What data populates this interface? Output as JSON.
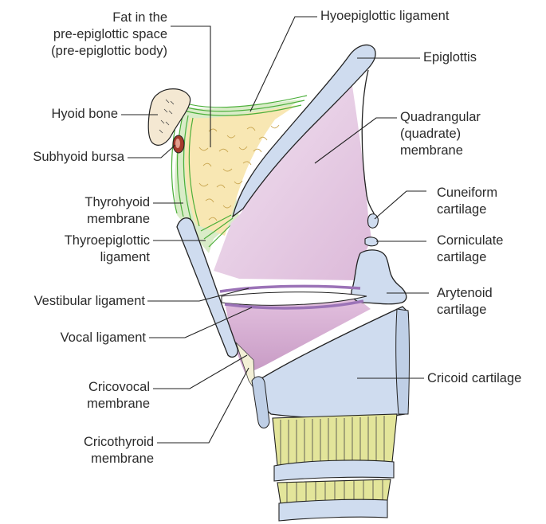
{
  "labels": {
    "fat_preepiglottic": [
      "Fat in the",
      "pre-epiglottic space",
      "(pre-epiglottic body)"
    ],
    "hyoepiglottic_ligament": "Hyoepiglottic ligament",
    "epiglottis": "Epiglottis",
    "hyoid_bone": "Hyoid bone",
    "subhyoid_bursa": "Subhyoid bursa",
    "quadrangular_membrane": [
      "Quadrangular",
      "(quadrate)",
      "membrane"
    ],
    "thyrohyoid_membrane": [
      "Thyrohyoid",
      "membrane"
    ],
    "cuneiform_cartilage": [
      "Cuneiform",
      "cartilage"
    ],
    "thyroepiglottic_ligament": [
      "Thyroepiglottic",
      "ligament"
    ],
    "corniculate_cartilage": [
      "Corniculate",
      "cartilage"
    ],
    "vestibular_ligament": "Vestibular ligament",
    "arytenoid_cartilage": [
      "Arytenoid",
      "cartilage"
    ],
    "vocal_ligament": "Vocal ligament",
    "cricovocal_membrane": [
      "Cricovocal",
      "membrane"
    ],
    "cricoid_cartilage": "Cricoid cartilage",
    "cricothyroid_membrane": [
      "Cricothyroid",
      "membrane"
    ]
  },
  "colors": {
    "cartilage": "#cfdcef",
    "membrane": "#e6cde3",
    "fat": "#f8e7b3",
    "ligament_green": "#4caf3a",
    "vestibular": "#9b73b7",
    "bursa": "#a43a2c",
    "trachea": "#e3e59a",
    "outline": "#222222"
  }
}
